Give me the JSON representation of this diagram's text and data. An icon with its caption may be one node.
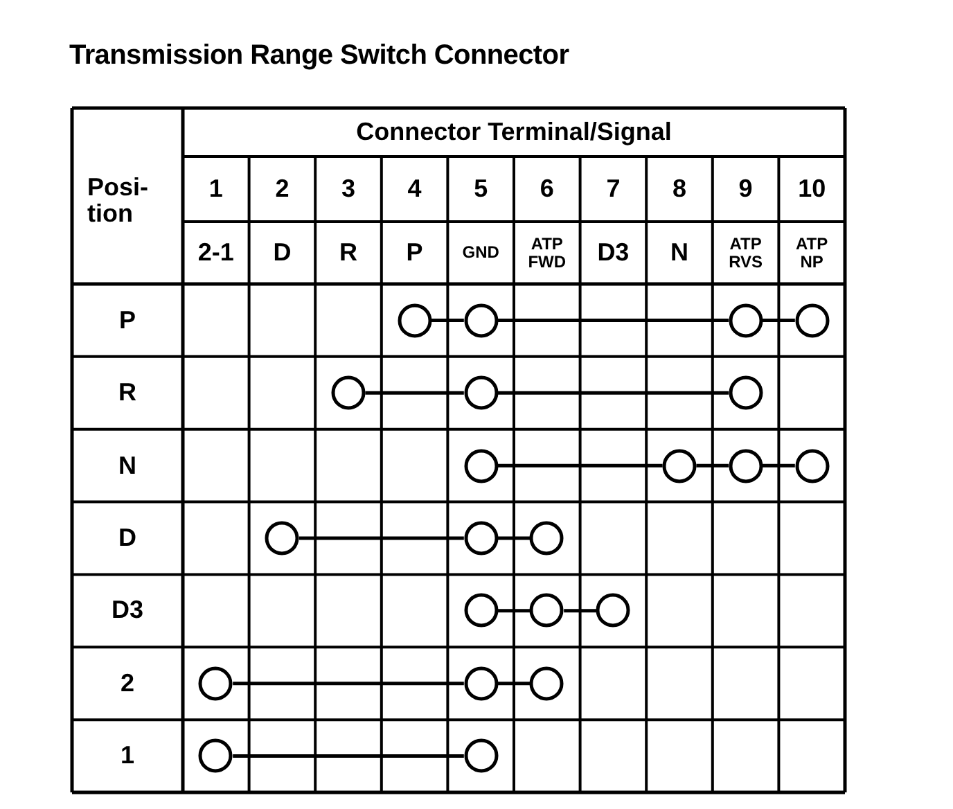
{
  "diagram": {
    "title": "Transmission Range Switch Connector",
    "nodes": [
      {
        "text": [],
        "shape": "circle"
      },
      {
        "text": [],
        "shape": "circle"
      },
      {
        "text": [],
        "shape": "circle"
      },
      {
        "text": [],
        "shape": "circle"
      },
      {
        "text": [],
        "shape": "circle"
      },
      {
        "text": [],
        "shape": "circle"
      },
      {
        "text": [],
        "shape": "circle"
      },
      {
        "text": [],
        "shape": "circle"
      },
      {
        "text": [],
        "shape": "circle"
      },
      {
        "text": [],
        "shape": "circle"
      },
      {
        "text": [],
        "shape": "circle"
      },
      {
        "text": [],
        "shape": "circle"
      },
      {
        "text": [],
        "shape": "circle"
      },
      {
        "text": [],
        "shape": "circle"
      },
      {
        "text": [],
        "shape": "circle"
      },
      {
        "text": [],
        "shape": "circle"
      },
      {
        "text": [],
        "shape": "circle"
      },
      {
        "text": [],
        "shape": "circle"
      },
      {
        "text": [],
        "shape": "circle"
      },
      {
        "text": [],
        "shape": "circle"
      },
      {
        "text": [],
        "shape": "circle"
      },
      {
        "text": [],
        "shape": "circle"
      }
    ],
    "edges": [
      {
        "from": 0,
        "to": 1,
        "arrow": "none"
      },
      {
        "from": 1,
        "to": 2,
        "arrow": "none"
      },
      {
        "from": 2,
        "to": 3,
        "arrow": "none"
      },
      {
        "from": 4,
        "to": 5,
        "arrow": "none"
      },
      {
        "from": 5,
        "to": 6,
        "arrow": "none"
      },
      {
        "from": 7,
        "to": 8,
        "arrow": "none"
      },
      {
        "from": 8,
        "to": 9,
        "arrow": "none"
      },
      {
        "from": 9,
        "to": 10,
        "arrow": "none"
      },
      {
        "from": 11,
        "to": 12,
        "arrow": "none"
      },
      {
        "from": 12,
        "to": 13,
        "arrow": "none"
      },
      {
        "from": 14,
        "to": 15,
        "arrow": "none"
      },
      {
        "from": 15,
        "to": 16,
        "arrow": "none"
      },
      {
        "from": 17,
        "to": 18,
        "arrow": "none"
      },
      {
        "from": 18,
        "to": 19,
        "arrow": "none"
      },
      {
        "from": 20,
        "to": 21,
        "arrow": "none"
      }
    ],
    "labels": [
      "Posi- tion",
      "Connector Terminal/Signal",
      "1",
      "2",
      "3",
      "4",
      "5",
      "6",
      "7",
      "8",
      "9",
      "10",
      "2-1",
      "D",
      "R",
      "P",
      "GND",
      "ATP FWD",
      "D3",
      "N",
      "ATP RVS",
      "ATP NP",
      "P",
      "R",
      "N",
      "D",
      "D3",
      "2",
      "1"
    ]
  }
}
